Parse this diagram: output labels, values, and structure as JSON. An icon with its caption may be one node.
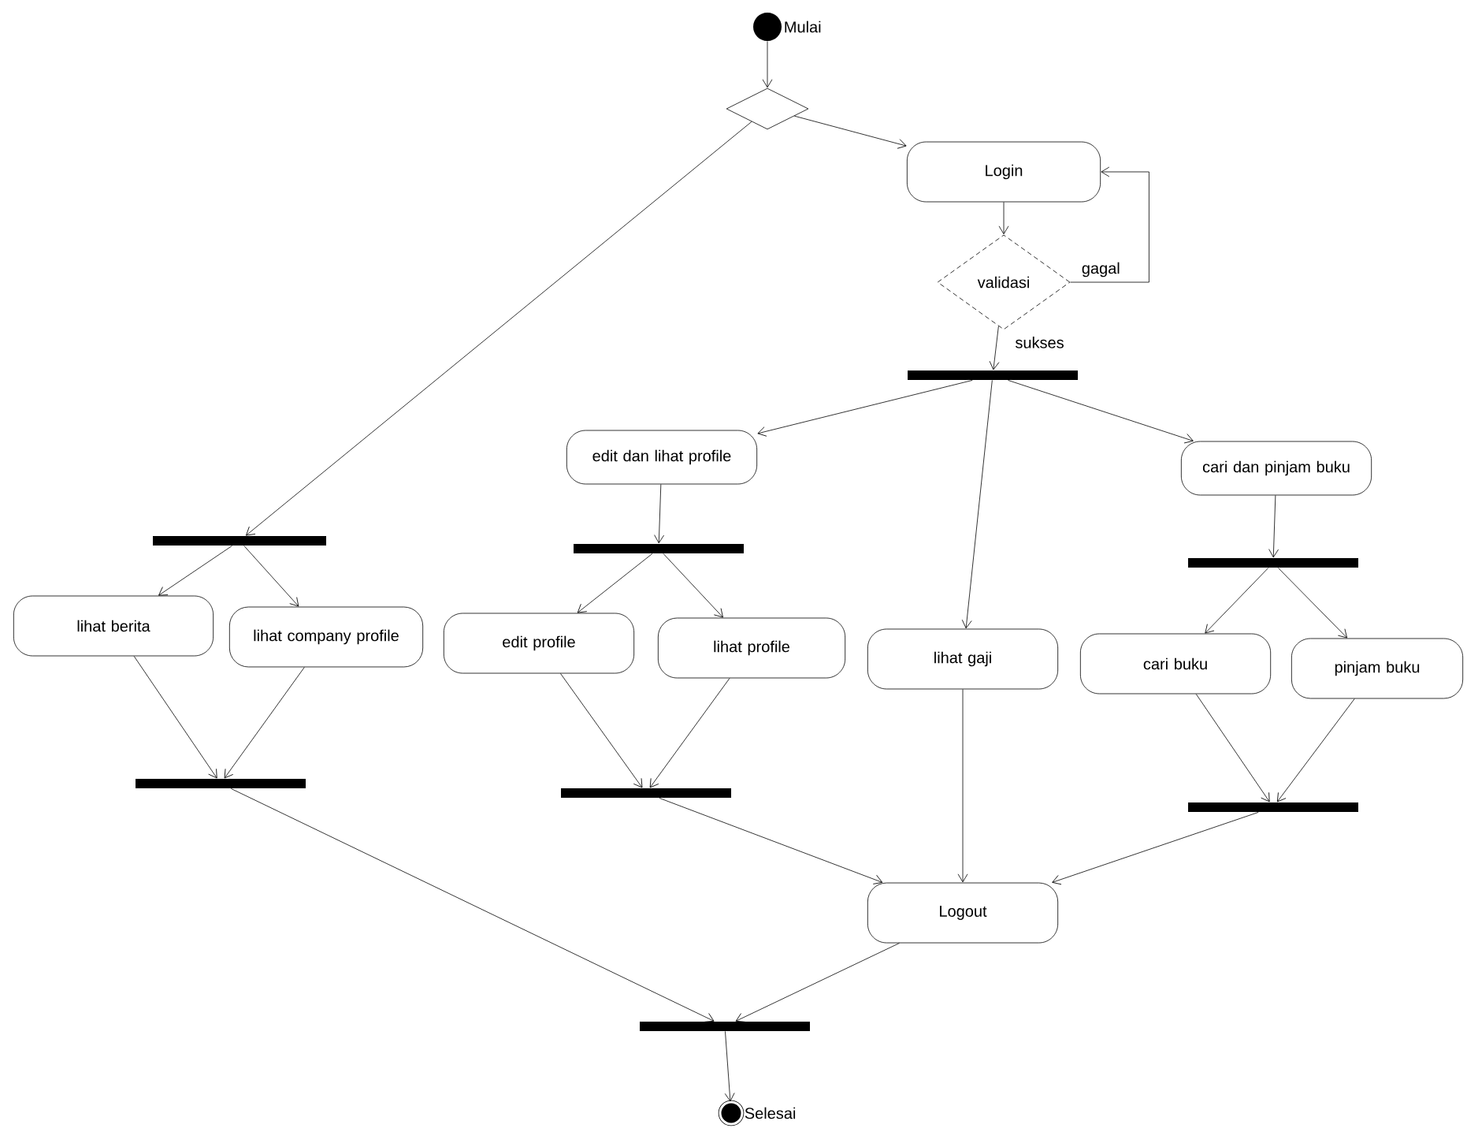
{
  "diagram": {
    "nodes": [
      {
        "text": [],
        "shape": "circle",
        "beside": [
          "Mulai"
        ]
      },
      {
        "text": [],
        "shape": "diamond"
      },
      {
        "text": [
          "Login"
        ]
      },
      {
        "text": [
          "validasi"
        ]
      },
      {
        "text": [],
        "shape": "bar"
      },
      {
        "text": [
          "edit dan lihat profile"
        ]
      },
      {
        "text": [
          "cari dan pinjam buku"
        ]
      },
      {
        "text": [],
        "shape": "bar"
      },
      {
        "text": [],
        "shape": "bar"
      },
      {
        "text": [],
        "shape": "bar"
      },
      {
        "text": [
          "lihat berita"
        ]
      },
      {
        "text": [
          "lihat company profile"
        ]
      },
      {
        "text": [
          "edit profile"
        ]
      },
      {
        "text": [
          "lihat profile"
        ]
      },
      {
        "text": [
          "lihat gaji"
        ]
      },
      {
        "text": [
          "cari buku"
        ]
      },
      {
        "text": [
          "pinjam buku"
        ]
      },
      {
        "text": [],
        "shape": "bar"
      },
      {
        "text": [],
        "shape": "bar"
      },
      {
        "text": [],
        "shape": "bar"
      },
      {
        "text": [
          "Logout"
        ]
      },
      {
        "text": [],
        "shape": "bar"
      },
      {
        "text": [],
        "shape": "circle",
        "beside": [
          "Selesai"
        ]
      }
    ],
    "edges": [
      {
        "from": 0,
        "to": 1,
        "arrow": "to"
      },
      {
        "from": 1,
        "to": 2,
        "arrow": "to"
      },
      {
        "from": 1,
        "to": 7,
        "arrow": "to"
      },
      {
        "from": 2,
        "to": 3,
        "arrow": "to"
      },
      {
        "from": 3,
        "to": 2,
        "arrow": "to",
        "label": "gagal"
      },
      {
        "from": 3,
        "to": 4,
        "arrow": "to",
        "label": "sukses"
      },
      {
        "from": 4,
        "to": 5,
        "arrow": "to"
      },
      {
        "from": 4,
        "to": 14,
        "arrow": "to"
      },
      {
        "from": 4,
        "to": 6,
        "arrow": "to"
      },
      {
        "from": 5,
        "to": 8,
        "arrow": "to"
      },
      {
        "from": 6,
        "to": 9,
        "arrow": "to"
      },
      {
        "from": 7,
        "to": 10,
        "arrow": "to"
      },
      {
        "from": 7,
        "to": 11,
        "arrow": "to"
      },
      {
        "from": 8,
        "to": 12,
        "arrow": "to"
      },
      {
        "from": 8,
        "to": 13,
        "arrow": "to"
      },
      {
        "from": 9,
        "to": 15,
        "arrow": "to"
      },
      {
        "from": 9,
        "to": 16,
        "arrow": "to"
      },
      {
        "from": 10,
        "to": 17,
        "arrow": "to"
      },
      {
        "from": 11,
        "to": 17,
        "arrow": "to"
      },
      {
        "from": 12,
        "to": 18,
        "arrow": "to"
      },
      {
        "from": 13,
        "to": 18,
        "arrow": "to"
      },
      {
        "from": 15,
        "to": 19,
        "arrow": "to"
      },
      {
        "from": 16,
        "to": 19,
        "arrow": "to"
      },
      {
        "from": 17,
        "to": 21,
        "arrow": "to"
      },
      {
        "from": 14,
        "to": 20,
        "arrow": "to"
      },
      {
        "from": 18,
        "to": 20,
        "arrow": "to"
      },
      {
        "from": 19,
        "to": 20,
        "arrow": "to"
      },
      {
        "from": 20,
        "to": 21,
        "arrow": "to"
      },
      {
        "from": 21,
        "to": 22,
        "arrow": "to"
      }
    ]
  }
}
